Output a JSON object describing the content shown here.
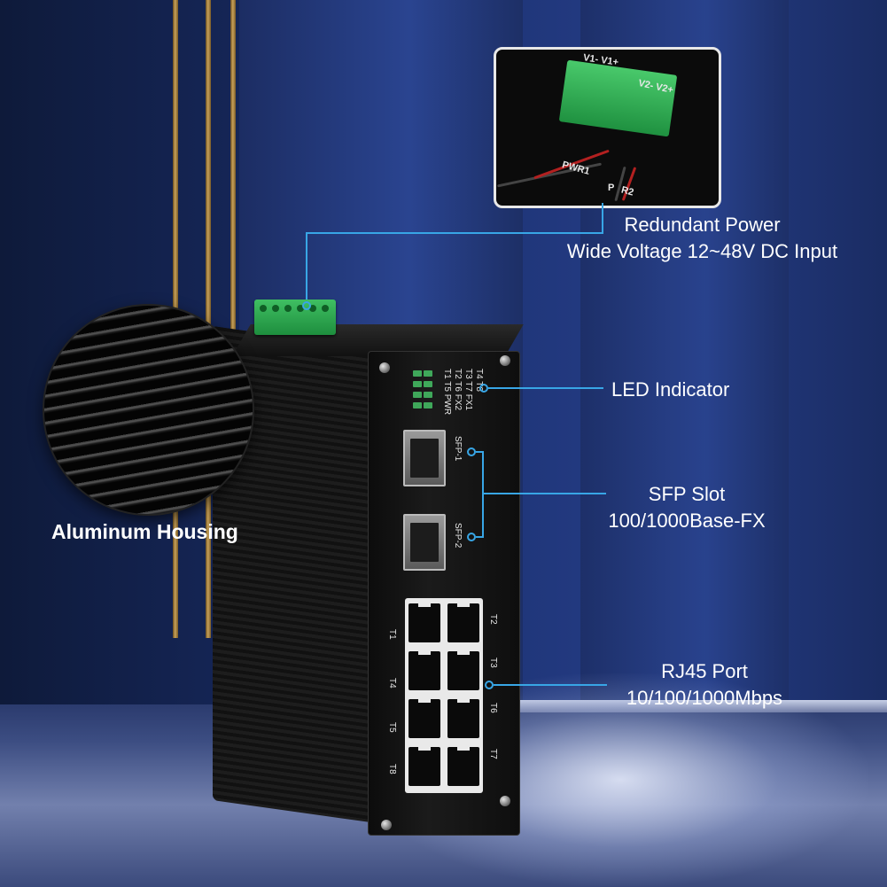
{
  "inset": {
    "terminal_left": "V1- V1+",
    "terminal_right": "V2- V2+",
    "pwr1": "PWR1",
    "pwr2_partial": "P",
    "pwr2_r": "R2"
  },
  "callouts": {
    "power_line1": "Redundant Power",
    "power_line2": "Wide Voltage 12~48V DC Input",
    "led": "LED Indicator",
    "sfp_line1": "SFP Slot",
    "sfp_line2": "100/1000Base-FX",
    "rj45_line1": "RJ45 Port",
    "rj45_line2": "10/100/1000Mbps"
  },
  "housing_label": "Aluminum Housing",
  "device": {
    "led_rows": [
      "T4  T8",
      "T3  T7  FX1",
      "T2  T6  FX2",
      "T1  T5  PWR"
    ],
    "sfp1": "SFP-1",
    "sfp2": "SFP-2",
    "ports_left": [
      "T1",
      "T4",
      "T5",
      "T8"
    ],
    "ports_right": [
      "T2",
      "T3",
      "T6",
      "T7"
    ]
  },
  "colors": {
    "callout_line": "#38a6e6",
    "terminal_green": "#2fae52",
    "led_green": "#3fa85a"
  }
}
